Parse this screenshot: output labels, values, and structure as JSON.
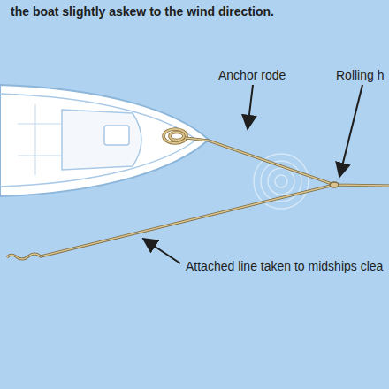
{
  "diagram": {
    "title": "the boat slightly askew to the wind direction.",
    "labels": [
      "Anchor rode",
      "Rolling h",
      "Attached line taken to midships clea"
    ]
  }
}
